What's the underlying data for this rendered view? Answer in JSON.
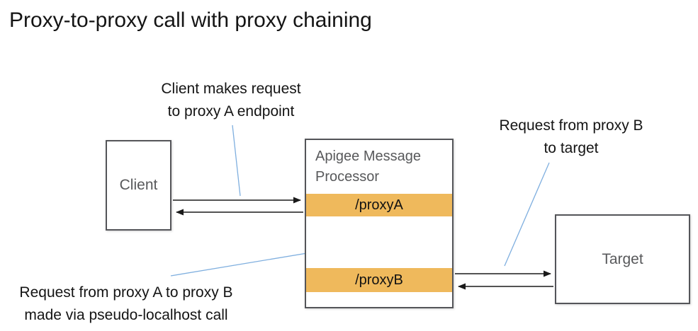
{
  "title": "Proxy-to-proxy call with proxy chaining",
  "annotations": {
    "client_request": {
      "line1": "Client makes request",
      "line2": "to proxy A endpoint"
    },
    "proxy_b_to_target": {
      "line1": "Request from proxy B",
      "line2": "to target"
    },
    "proxy_a_to_proxy_b": {
      "line1": "Request from proxy A to proxy B",
      "line2": "made via pseudo-localhost call"
    }
  },
  "nodes": {
    "client": {
      "label": "Client"
    },
    "message_processor": {
      "label": "Apigee Message Processor",
      "proxy_a": "/proxyA",
      "proxy_b": "/proxyB"
    },
    "target": {
      "label": "Target"
    }
  },
  "colors": {
    "proxy_bar_orange": "#EFB95C",
    "callout_line_blue": "#7FAFDF",
    "box_border_gray": "#545559",
    "label_gray": "#58595B",
    "arrow_black": "#1A1A1A"
  }
}
